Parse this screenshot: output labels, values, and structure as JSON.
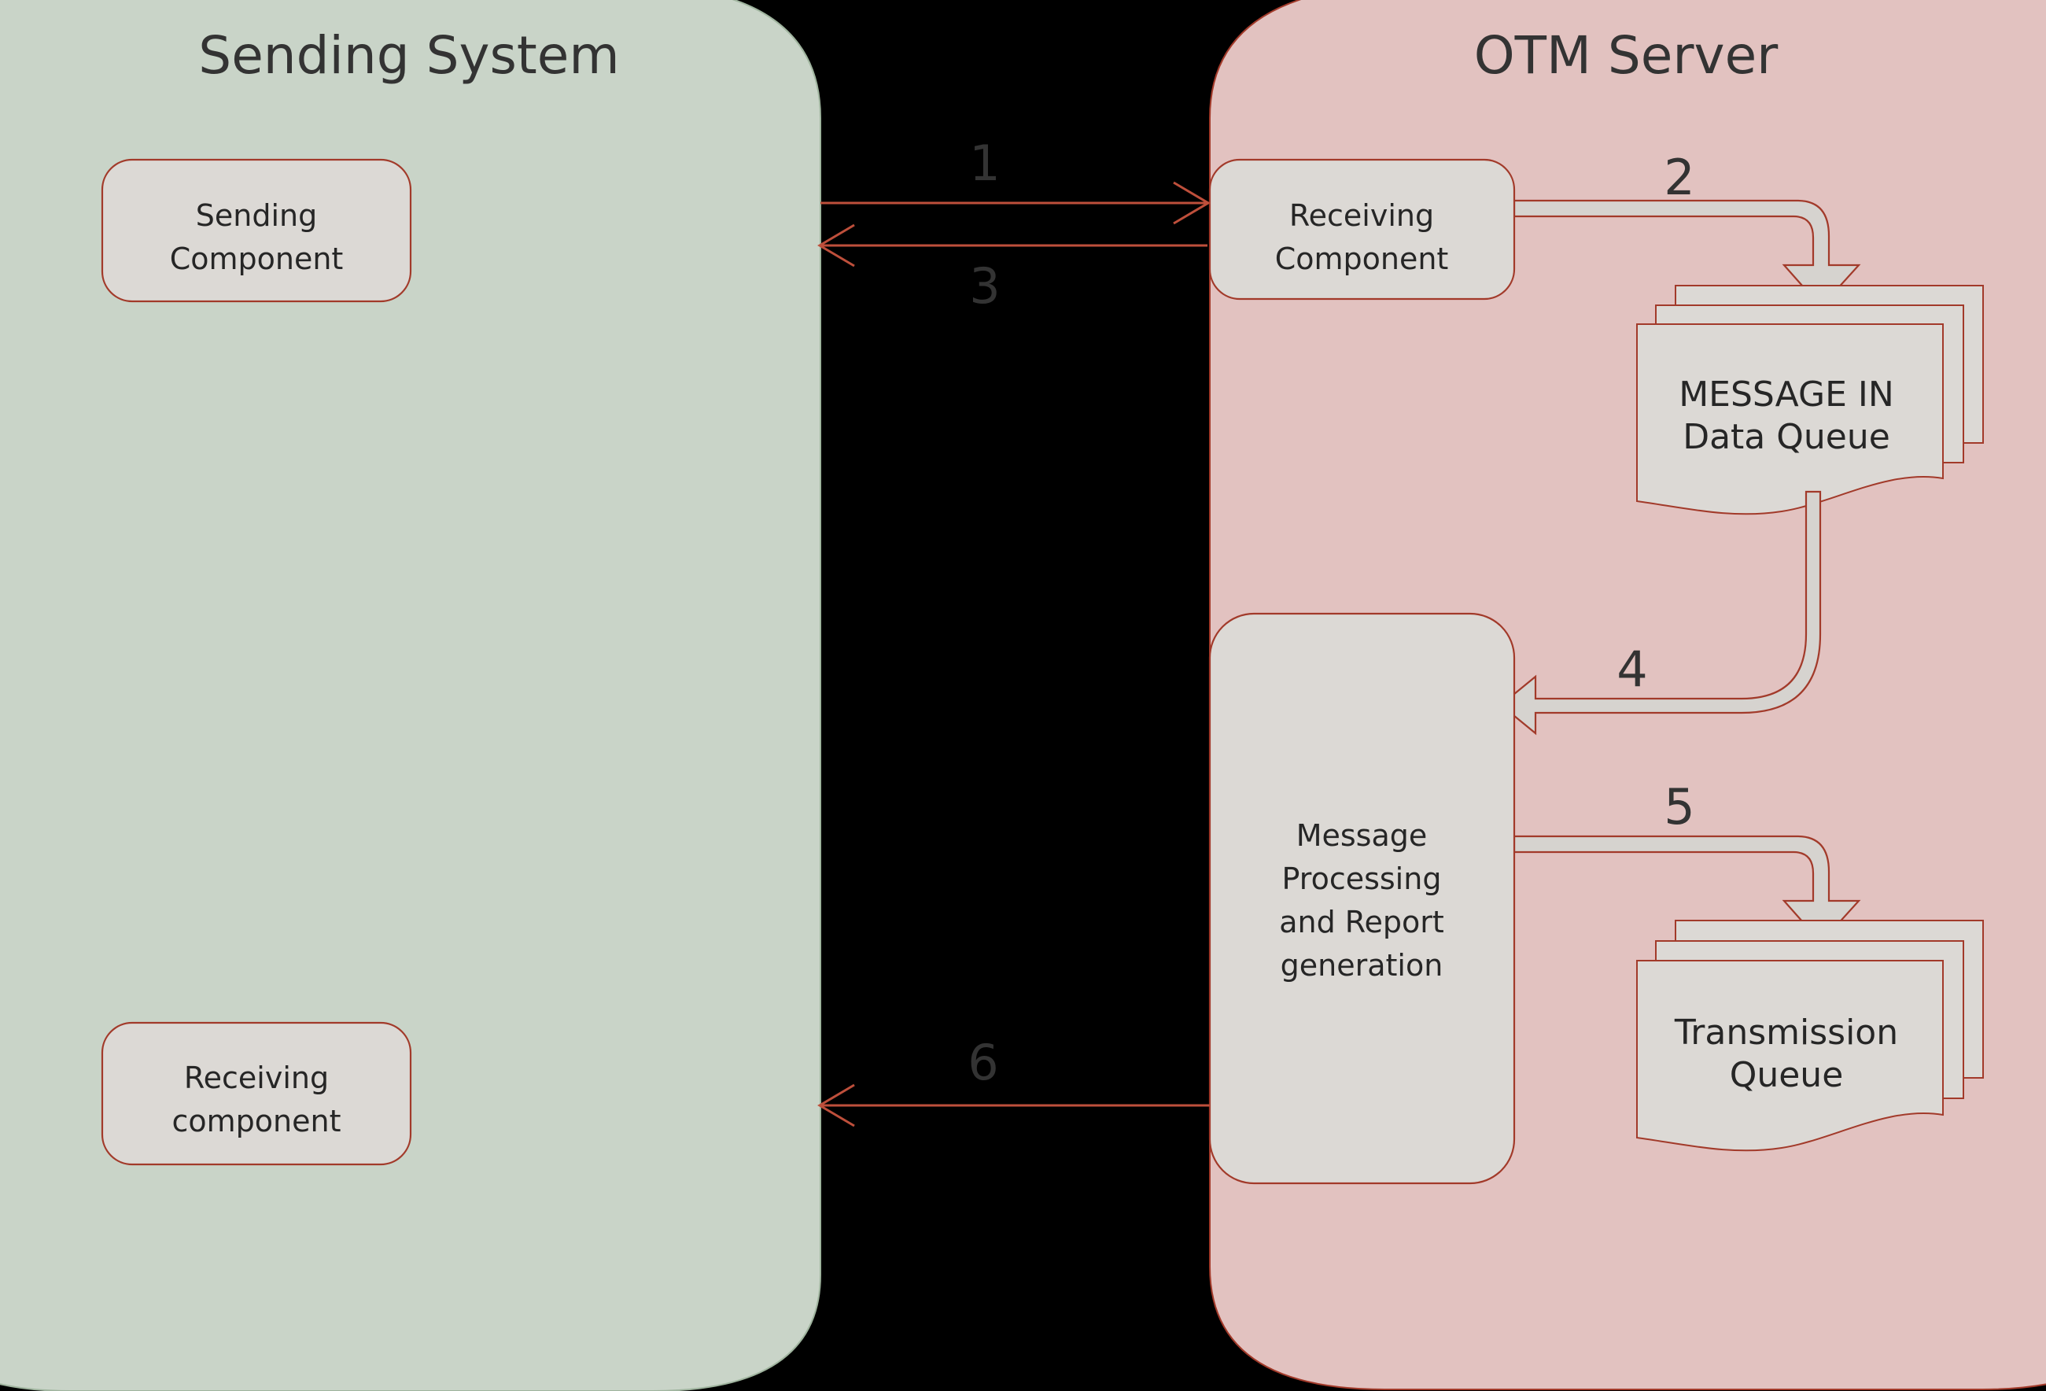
{
  "diagram": {
    "title_left": "Sending System",
    "title_right": "OTM Server",
    "colors": {
      "background": "#000000",
      "left_panel_fill": "#C9D4C8",
      "right_panel_fill": "#E2C2C0",
      "node_fill": "#DCD9D5",
      "node_stroke": "#A23A2A",
      "connector_fill": "#D6D3CF",
      "connector_stroke": "#A23A2A",
      "text": "#333333",
      "thin_arrow": "#BE4F3B"
    },
    "panels": [
      {
        "id": "sending-system",
        "label": "Sending System"
      },
      {
        "id": "otm-server",
        "label": "OTM Server"
      }
    ],
    "nodes": [
      {
        "id": "sending-component",
        "label_line1": "Sending",
        "label_line2": "Component",
        "shape": "rounded-rect",
        "panel": "sending-system"
      },
      {
        "id": "receiving-component-left",
        "label_line1": "Receiving",
        "label_line2": "component",
        "shape": "rounded-rect",
        "panel": "sending-system"
      },
      {
        "id": "receiving-component-right",
        "label_line1": "Receiving",
        "label_line2": "Component",
        "shape": "rounded-rect",
        "panel": "otm-server"
      },
      {
        "id": "message-in-data-queue",
        "label_line1": "MESSAGE IN",
        "label_line2": "Data Queue",
        "shape": "multi-document",
        "panel": "otm-server"
      },
      {
        "id": "message-processing",
        "label_line1": "Message",
        "label_line2": "Processing",
        "label_line3": "and Report",
        "label_line4": "generation",
        "shape": "rounded-rect",
        "panel": "otm-server"
      },
      {
        "id": "transmission-queue",
        "label_line1": "Transmission",
        "label_line2": "Queue",
        "shape": "multi-document",
        "panel": "otm-server"
      }
    ],
    "steps": [
      {
        "number": "1",
        "from": "sending-component",
        "to": "receiving-component-right",
        "style": "thin-line"
      },
      {
        "number": "2",
        "from": "receiving-component-right",
        "to": "message-in-data-queue",
        "style": "block-arrow"
      },
      {
        "number": "3",
        "from": "receiving-component-right",
        "to": "sending-component",
        "style": "thin-line"
      },
      {
        "number": "4",
        "from": "message-in-data-queue",
        "to": "message-processing",
        "style": "block-arrow"
      },
      {
        "number": "5",
        "from": "message-processing",
        "to": "transmission-queue",
        "style": "block-arrow"
      },
      {
        "number": "6",
        "from": "transmission-queue",
        "to": "receiving-component-left",
        "style": "thin-line"
      }
    ]
  }
}
